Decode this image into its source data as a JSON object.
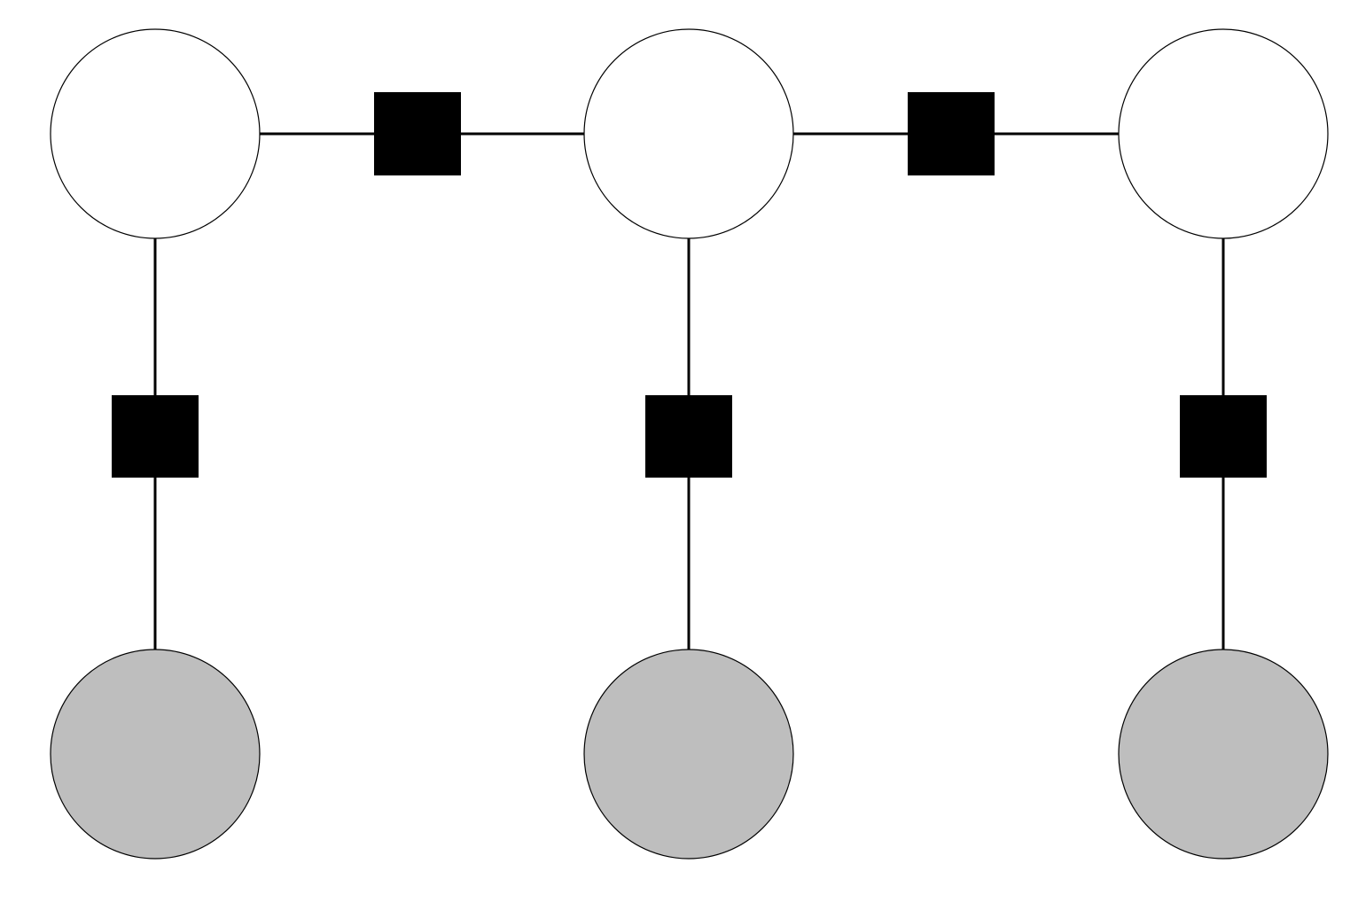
{
  "diagram": {
    "type": "factor-graph",
    "colors": {
      "background": "#ffffff",
      "edge": "#000000",
      "factor": "#000000",
      "latent_fill": "#ffffff",
      "observed_fill": "#bebebe",
      "node_stroke": "#000000"
    },
    "latent_nodes": [
      {
        "id": "latent-1",
        "kind": "latent"
      },
      {
        "id": "latent-2",
        "kind": "latent"
      },
      {
        "id": "latent-3",
        "kind": "latent"
      }
    ],
    "observed_nodes": [
      {
        "id": "observed-1",
        "kind": "observed"
      },
      {
        "id": "observed-2",
        "kind": "observed"
      },
      {
        "id": "observed-3",
        "kind": "observed"
      }
    ],
    "factors": [
      {
        "id": "transition-factor-1-2",
        "connects": [
          "latent-1",
          "latent-2"
        ]
      },
      {
        "id": "transition-factor-2-3",
        "connects": [
          "latent-2",
          "latent-3"
        ]
      },
      {
        "id": "emission-factor-1",
        "connects": [
          "latent-1",
          "observed-1"
        ]
      },
      {
        "id": "emission-factor-2",
        "connects": [
          "latent-2",
          "observed-2"
        ]
      },
      {
        "id": "emission-factor-3",
        "connects": [
          "latent-3",
          "observed-3"
        ]
      }
    ]
  }
}
